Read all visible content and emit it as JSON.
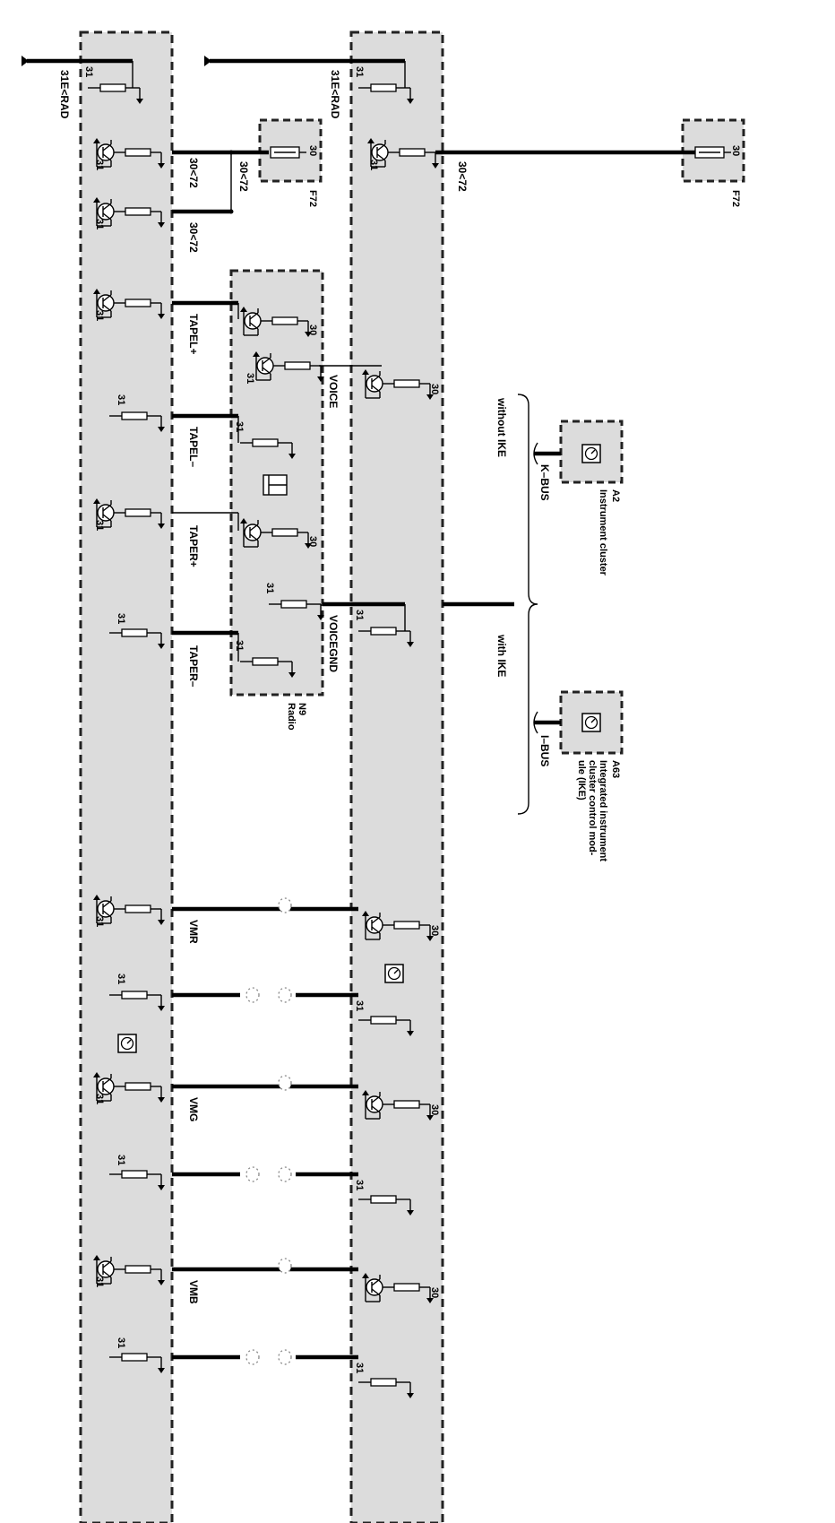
{
  "pins": {
    "p31e_rad_left": "31E<RAD",
    "p31e_rad_right": "31E<RAD",
    "p30_72_a": "30<72",
    "p30_72_b": "30<72",
    "p30_72_c": "30<72",
    "p30_72_d": "30<72",
    "tapel_plus": "TAPEL+",
    "tapel_minus": "TAPEL–",
    "taper_plus": "TAPER+",
    "taper_minus": "TAPER–",
    "voice": "VOICE",
    "voicegnd": "VOICEGND",
    "vmr": "VMR",
    "vmg": "VMG",
    "vmb": "VMB",
    "kbus": "K–BUS",
    "ibus": "I–BUS",
    "without_ike": "without IKE",
    "with_ike": "with IKE"
  },
  "terminals": {
    "t31": "31",
    "t30": "30"
  },
  "components": {
    "f72_left": {
      "id": "F72"
    },
    "f72_right": {
      "id": "F72"
    },
    "radio": {
      "id": "N9",
      "name": "Radio"
    },
    "a2": {
      "id": "A2",
      "name": "Instrument cluster"
    },
    "a63": {
      "id": "A63",
      "name_lines": [
        "Integrated instrument",
        "cluster control mod-",
        "ule (IKE)"
      ]
    }
  },
  "icons": [
    "ground-icon",
    "fuse-icon",
    "transistor-icon",
    "resistor-icon",
    "gauge-icon",
    "tape-icon"
  ]
}
